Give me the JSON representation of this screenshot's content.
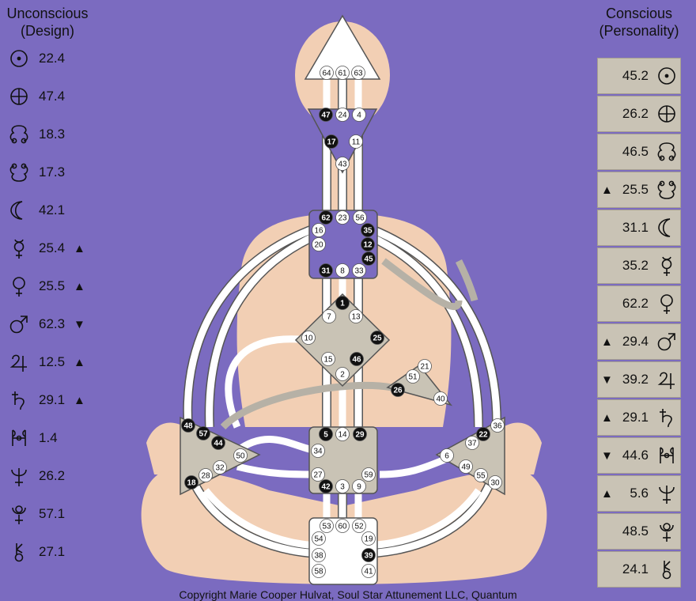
{
  "left_column": {
    "title": "Unconscious (Design)",
    "rows": [
      {
        "planet": "sun-icon",
        "value": "22.4",
        "arrow": ""
      },
      {
        "planet": "earth-icon",
        "value": "47.4",
        "arrow": ""
      },
      {
        "planet": "north-node-icon",
        "value": "18.3",
        "arrow": ""
      },
      {
        "planet": "south-node-icon",
        "value": "17.3",
        "arrow": ""
      },
      {
        "planet": "moon-icon",
        "value": "42.1",
        "arrow": ""
      },
      {
        "planet": "mercury-icon",
        "value": "25.4",
        "arrow": "▲"
      },
      {
        "planet": "venus-icon",
        "value": "25.5",
        "arrow": "▲"
      },
      {
        "planet": "mars-icon",
        "value": "62.3",
        "arrow": "▼"
      },
      {
        "planet": "jupiter-icon",
        "value": "12.5",
        "arrow": "▲"
      },
      {
        "planet": "saturn-icon",
        "value": "29.1",
        "arrow": "▲"
      },
      {
        "planet": "uranus-icon",
        "value": "1.4",
        "arrow": ""
      },
      {
        "planet": "neptune-icon",
        "value": "26.2",
        "arrow": ""
      },
      {
        "planet": "pluto-icon",
        "value": "57.1",
        "arrow": ""
      },
      {
        "planet": "chiron-icon",
        "value": "27.1",
        "arrow": ""
      }
    ]
  },
  "right_column": {
    "title": "Conscious (Personality)",
    "rows": [
      {
        "planet": "sun-icon",
        "value": "45.2",
        "arrow": ""
      },
      {
        "planet": "earth-icon",
        "value": "26.2",
        "arrow": ""
      },
      {
        "planet": "north-node-icon",
        "value": "46.5",
        "arrow": ""
      },
      {
        "planet": "south-node-icon",
        "value": "25.5",
        "arrow": "▲"
      },
      {
        "planet": "moon-icon",
        "value": "31.1",
        "arrow": ""
      },
      {
        "planet": "mercury-icon",
        "value": "35.2",
        "arrow": ""
      },
      {
        "planet": "venus-icon",
        "value": "62.2",
        "arrow": ""
      },
      {
        "planet": "mars-icon",
        "value": "29.4",
        "arrow": "▲"
      },
      {
        "planet": "jupiter-icon",
        "value": "39.2",
        "arrow": "▼"
      },
      {
        "planet": "saturn-icon",
        "value": "29.1",
        "arrow": "▲"
      },
      {
        "planet": "uranus-icon",
        "value": "44.6",
        "arrow": "▼"
      },
      {
        "planet": "neptune-icon",
        "value": "5.6",
        "arrow": "▲"
      },
      {
        "planet": "pluto-icon",
        "value": "48.5",
        "arrow": ""
      },
      {
        "planet": "chiron-icon",
        "value": "24.1",
        "arrow": ""
      }
    ]
  },
  "colors": {
    "background": "#7b6bc0",
    "body_silhouette": "#f2cfb4",
    "center_defined": "#c9c3b5",
    "center_open": "#ffffff",
    "center_purple": "#7b6bc0",
    "channel_white": "#ffffff",
    "channel_gray": "#b6b1a6",
    "gate_active": "#111111"
  },
  "centers": {
    "head": {
      "gates": [
        "64",
        "61",
        "63"
      ]
    },
    "ajna": {
      "gates": [
        "47",
        "24",
        "4",
        "17",
        "11",
        "43"
      ]
    },
    "throat": {
      "gates": [
        "62",
        "23",
        "56",
        "16",
        "35",
        "20",
        "12",
        "45",
        "31",
        "8",
        "33"
      ]
    },
    "g": {
      "gates": [
        "1",
        "7",
        "13",
        "10",
        "25",
        "15",
        "46",
        "2"
      ]
    },
    "heart": {
      "gates": [
        "21",
        "51",
        "26",
        "40"
      ]
    },
    "spleen": {
      "gates": [
        "48",
        "57",
        "44",
        "50",
        "32",
        "28",
        "18"
      ]
    },
    "sacral": {
      "gates": [
        "5",
        "14",
        "29",
        "34",
        "27",
        "59",
        "42",
        "3",
        "9"
      ]
    },
    "solar_plexus": {
      "gates": [
        "36",
        "22",
        "37",
        "6",
        "49",
        "55",
        "30"
      ]
    },
    "root": {
      "gates": [
        "53",
        "60",
        "52",
        "54",
        "19",
        "38",
        "39",
        "58",
        "41"
      ]
    }
  },
  "active_gates": [
    "47",
    "17",
    "62",
    "35",
    "12",
    "45",
    "31",
    "1",
    "25",
    "46",
    "26",
    "48",
    "57",
    "44",
    "18",
    "5",
    "29",
    "42",
    "22",
    "39"
  ],
  "copyright": "Copyright Marie Cooper Hulvat, Soul Star Attunement LLC, Quantum"
}
